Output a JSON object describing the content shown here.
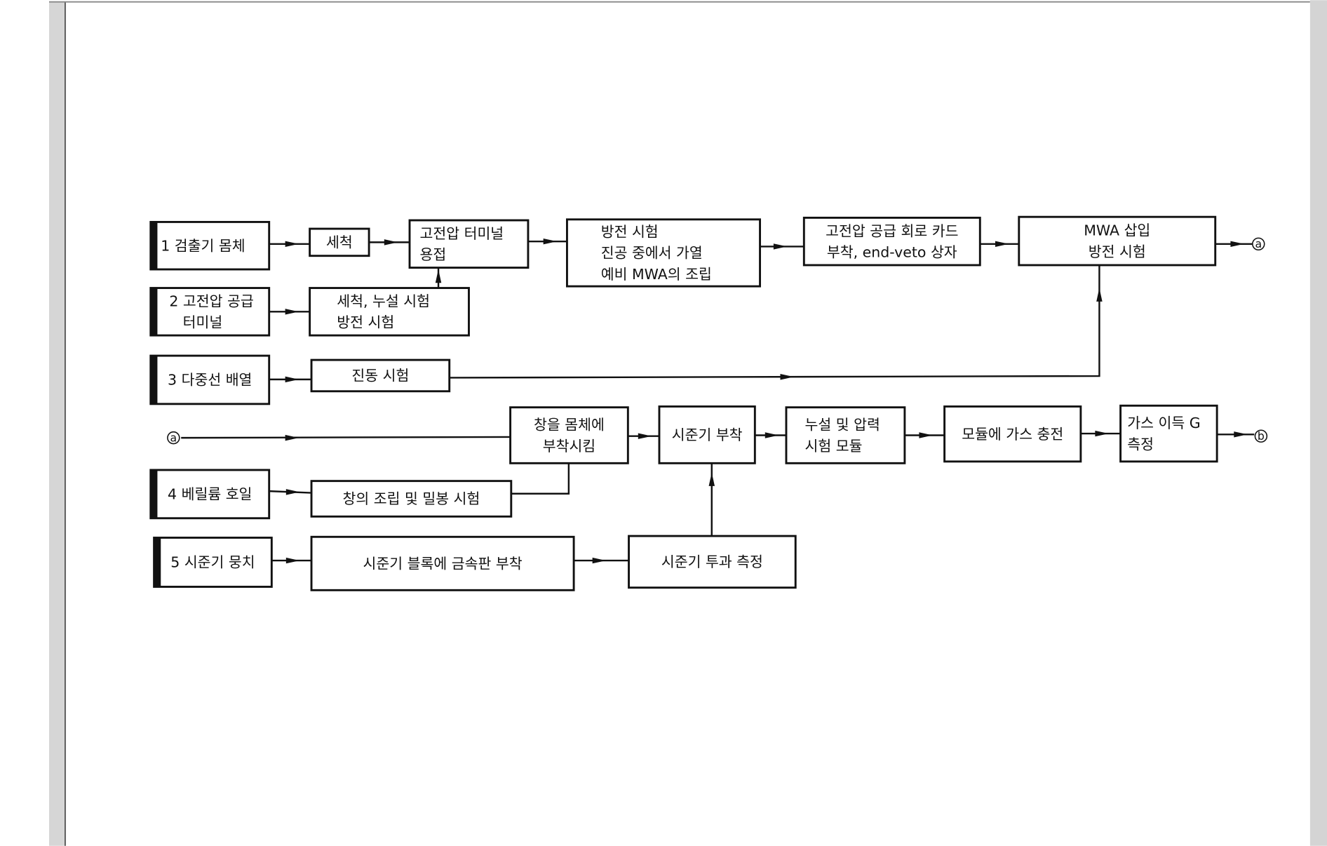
{
  "boxes": {
    "detector_body": [
      "1 검출기   몸체"
    ],
    "cleaning": [
      "세척"
    ],
    "hv_terminal_weld": [
      "고전압 터미널",
      "용접"
    ],
    "discharge_bake": [
      "방전 시험",
      "진공 중에서 가열",
      "예비 MWA의 조립"
    ],
    "hv_card": [
      "고전압 공급 회로 카드",
      "부착, end-veto 상자"
    ],
    "mwa_insert": [
      "MWA 삽입",
      "방전 시험"
    ],
    "hv_supply_terminal": [
      "2 고전압 공급",
      "터미널"
    ],
    "clean_leak": [
      "세척, 누설 시험",
      "방전 시험"
    ],
    "multiwire": [
      "3 다중선 배열"
    ],
    "vibration": [
      "진동 시험"
    ],
    "window_attach": [
      "창을 몸체에",
      "부착시킴"
    ],
    "collimator_attach": [
      "시준기 부착"
    ],
    "leak_pressure": [
      "누설 및 압력",
      "시험 모듈"
    ],
    "gas_fill": [
      "모듈에 가스 충전"
    ],
    "gas_gain": [
      "가스 이득 G",
      "측정"
    ],
    "beryllium": [
      "4 베릴륨 호일"
    ],
    "window_assembly": [
      "창의 조립 및 밀봉 시험"
    ],
    "collimator_bundle": [
      "5 시준기 뭉치"
    ],
    "collimator_plate": [
      "시준기 블록에 금속판 부착"
    ],
    "collimator_transmission": [
      "시준기 투과 측정"
    ]
  },
  "connectors": {
    "a": "ⓐ",
    "b": "ⓑ"
  }
}
